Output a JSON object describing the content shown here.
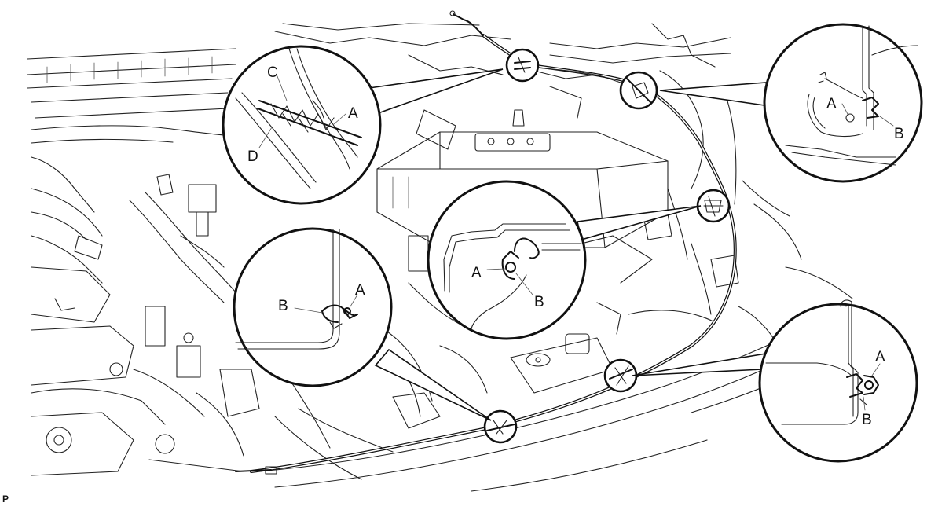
{
  "figure_code": "P",
  "callouts": [
    {
      "id": "top-left-detail",
      "labels": [
        "C",
        "A",
        "D"
      ]
    },
    {
      "id": "top-right-detail",
      "labels": [
        "A",
        "B"
      ]
    },
    {
      "id": "center-detail",
      "labels": [
        "A",
        "B"
      ]
    },
    {
      "id": "left-detail",
      "labels": [
        "B",
        "A"
      ]
    },
    {
      "id": "bottom-right-detail",
      "labels": [
        "A",
        "B"
      ]
    }
  ]
}
